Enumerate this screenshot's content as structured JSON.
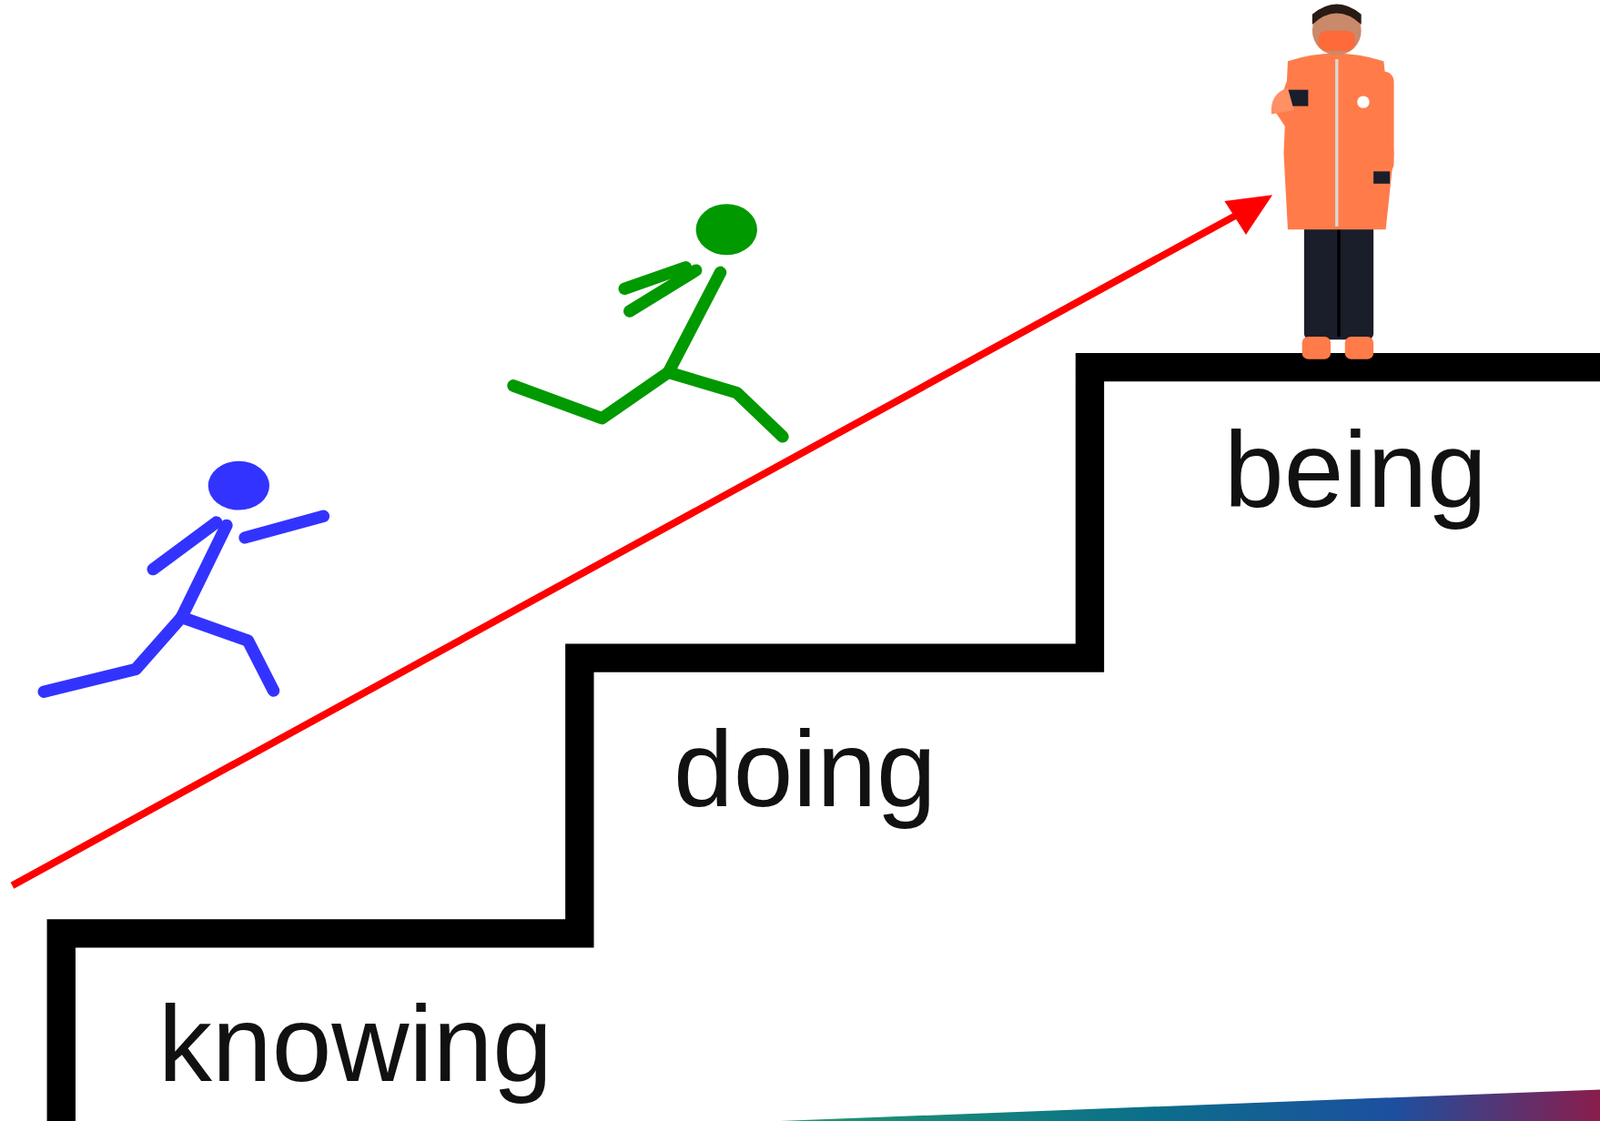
{
  "diagram": {
    "nodes": [
      {
        "text": [
          "knowing"
        ]
      },
      {
        "text": [
          "doing"
        ]
      },
      {
        "text": [
          "being"
        ]
      }
    ]
  }
}
